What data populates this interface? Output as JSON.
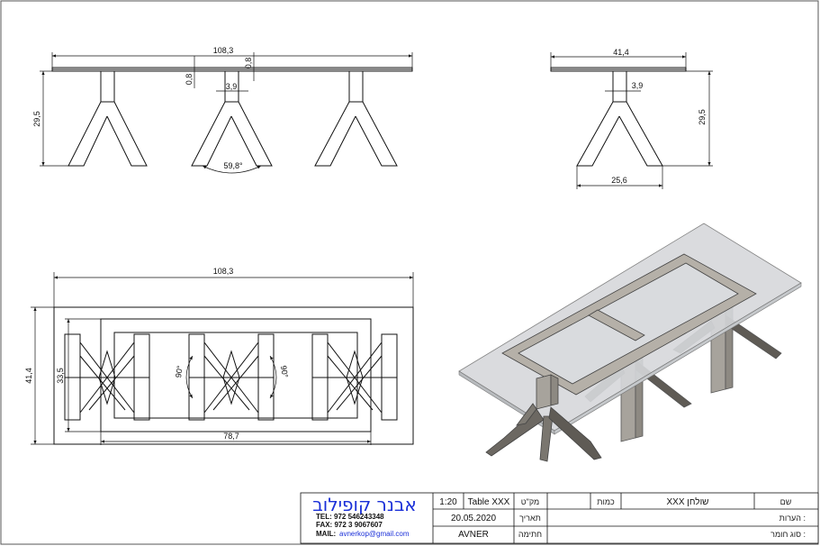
{
  "front_view": {
    "overall_width": "108,3",
    "top_thickness_a": "0,8",
    "top_thickness_b": "0,8",
    "post_width": "3,9",
    "height": "29,5",
    "leg_angle": "59,8°"
  },
  "side_view": {
    "overall_width": "41,4",
    "post_width": "3,9",
    "height": "29,5",
    "base_width": "25,6"
  },
  "top_view": {
    "overall_length": "108,3",
    "overall_depth": "41,4",
    "inner_depth": "33,5",
    "inner_length": "78,7",
    "angle_a": "90°",
    "angle_b": "90°"
  },
  "title_block": {
    "company_name": "אבנר קופילוב",
    "tel": "TEL:   972 546243348",
    "fax": "FAX:  972 3 9067607",
    "mail_label": "MAIL:",
    "mail_value": "avnerkop@gmail.com",
    "scale": "1:20",
    "part_number": "Table XXX",
    "part_number_label": "מק\"ט",
    "quantity_label": "כמות",
    "name_value": "XXX שולחן",
    "name_label": "שם",
    "date": "20.05.2020",
    "date_label": "תאריך",
    "notes_label": "הערות :",
    "designer": "AVNER",
    "signature_label": "חתימה",
    "material_label": "סוג חומר :"
  }
}
